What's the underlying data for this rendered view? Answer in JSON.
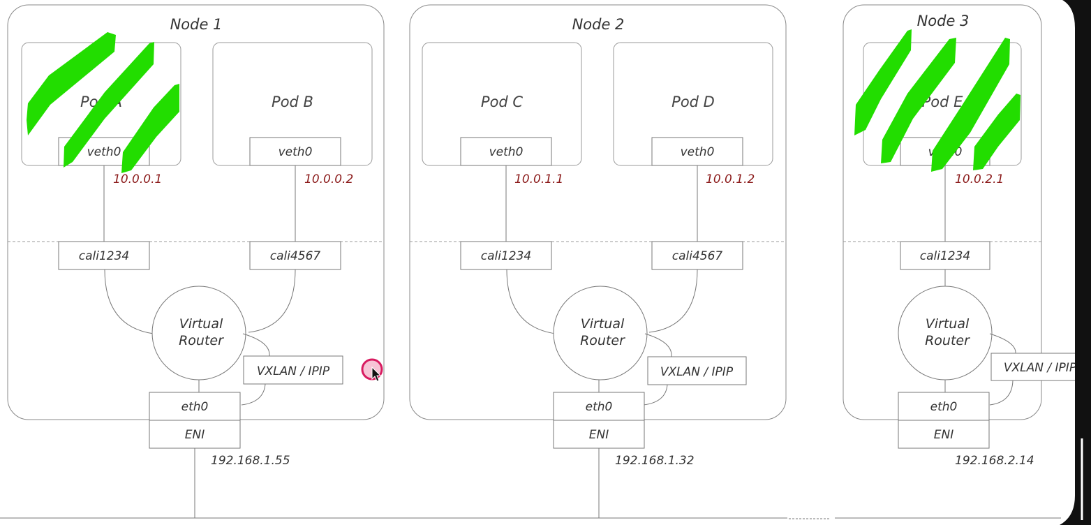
{
  "nodes": [
    {
      "title": "Node 1",
      "pods": [
        {
          "name": "Pod A",
          "iface": "veth0",
          "ip": "10.0.0.1"
        },
        {
          "name": "Pod B",
          "iface": "veth0",
          "ip": "10.0.0.2"
        }
      ],
      "cali": [
        "cali1234",
        "cali4567"
      ],
      "router": [
        "Virtual",
        "Router"
      ],
      "tunnel": "VXLAN / IPIP",
      "eth": "eth0",
      "eni": "ENI",
      "host_ip": "192.168.1.55"
    },
    {
      "title": "Node 2",
      "pods": [
        {
          "name": "Pod C",
          "iface": "veth0",
          "ip": "10.0.1.1"
        },
        {
          "name": "Pod D",
          "iface": "veth0",
          "ip": "10.0.1.2"
        }
      ],
      "cali": [
        "cali1234",
        "cali4567"
      ],
      "router": [
        "Virtual",
        "Router"
      ],
      "tunnel": "VXLAN / IPIP",
      "eth": "eth0",
      "eni": "ENI",
      "host_ip": "192.168.1.32"
    },
    {
      "title": "Node 3",
      "pods": [
        {
          "name": "Pod E",
          "iface": "veth0",
          "ip": "10.0.2.1"
        }
      ],
      "cali": [
        "cali1234"
      ],
      "router": [
        "Virtual",
        "Router"
      ],
      "tunnel": "VXLAN / IPIP",
      "eth": "eth0",
      "eni": "ENI",
      "host_ip": "192.168.2.14"
    }
  ],
  "colors": {
    "ip_text": "#8b1a1a",
    "highlight_marker": "#22dd00",
    "cursor_ring": "#d81b60"
  }
}
